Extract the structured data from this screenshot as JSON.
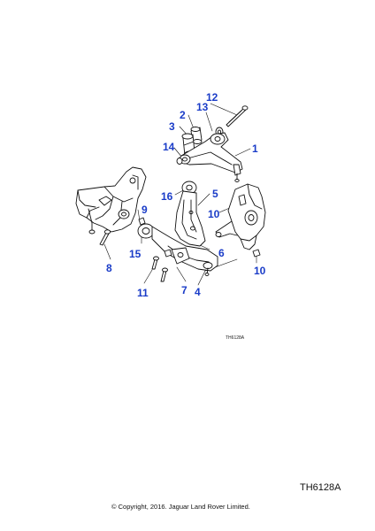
{
  "diagram": {
    "inner_code": "TH6128A",
    "reference_code": "TH6128A",
    "copyright": "© Copyright, 2016. Jaguar Land Rover Limited.",
    "callouts": {
      "c1": "1",
      "c2": "2",
      "c3": "3",
      "c4": "4",
      "c5": "5",
      "c6": "6",
      "c7": "7",
      "c8": "8",
      "c9": "9",
      "c10a": "10",
      "c10b": "10",
      "c11": "11",
      "c12": "12",
      "c13": "13",
      "c14": "14",
      "c15": "15",
      "c16": "16"
    },
    "callout_color": "#1a3cc8",
    "line_color": "#111111"
  }
}
